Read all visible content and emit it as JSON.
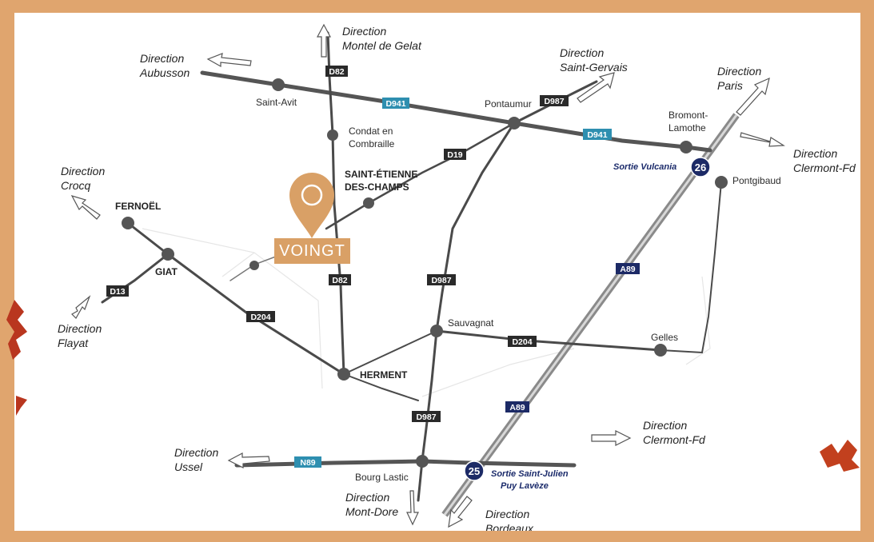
{
  "destination": {
    "name": "VOINGT",
    "marker_color": "#d9a066"
  },
  "colors": {
    "frame": "#e0a56e",
    "road": "#555555",
    "motorway": "#9a9a9a",
    "dept_badge": "#2a2a2a",
    "national_badge": "#2e8fb0",
    "motorway_badge": "#1c2a66"
  },
  "towns": {
    "saint_avit": "Saint-Avit",
    "pontaumur": "Pontaumur",
    "bromont_1": "Bromont-",
    "bromont_2": "Lamothe",
    "condat_1": "Condat en",
    "condat_2": "Combraille",
    "st_etienne_1": "SAINT-ÉTIENNE",
    "st_etienne_2": "DES-CHAMPS",
    "fernoel": "FERNOËL",
    "giat": "GIAT",
    "sauvagnat": "Sauvagnat",
    "gelles": "Gelles",
    "pontgibaud": "Pontgibaud",
    "herment": "HERMENT",
    "bourg_lastic": "Bourg Lastic"
  },
  "directions": {
    "montel_1": "Direction",
    "montel_2": "Montel de Gelat",
    "aubusson_1": "Direction",
    "aubusson_2": "Aubusson",
    "st_gervais_1": "Direction",
    "st_gervais_2": "Saint-Gervais",
    "paris_1": "Direction",
    "paris_2": "Paris",
    "clermont_n_1": "Direction",
    "clermont_n_2": "Clermont-Fd",
    "crocq_1": "Direction",
    "crocq_2": "Crocq",
    "flayat_1": "Direction",
    "flayat_2": "Flayat",
    "ussel_1": "Direction",
    "ussel_2": "Ussel",
    "mont_dore_1": "Direction",
    "mont_dore_2": "Mont-Dore",
    "bordeaux_1": "Direction",
    "bordeaux_2": "Bordeaux",
    "clermont_s_1": "Direction",
    "clermont_s_2": "Clermont-Fd"
  },
  "roads": {
    "d82_top": "D82",
    "d82_mid": "D82",
    "d941_left": "D941",
    "d941_right": "D941",
    "d987_top": "D987",
    "d987_mid": "D987",
    "d987_low": "D987",
    "d19": "D19",
    "d13": "D13",
    "d204_left": "D204",
    "d204_right": "D204",
    "n89": "N89",
    "a89_top": "A89",
    "a89_low": "A89"
  },
  "exits": {
    "e26_num": "26",
    "e26_label": "Sortie Vulcania",
    "e25_num": "25",
    "e25_label_1": "Sortie Saint-Julien",
    "e25_label_2": "Puy Lavèze"
  }
}
